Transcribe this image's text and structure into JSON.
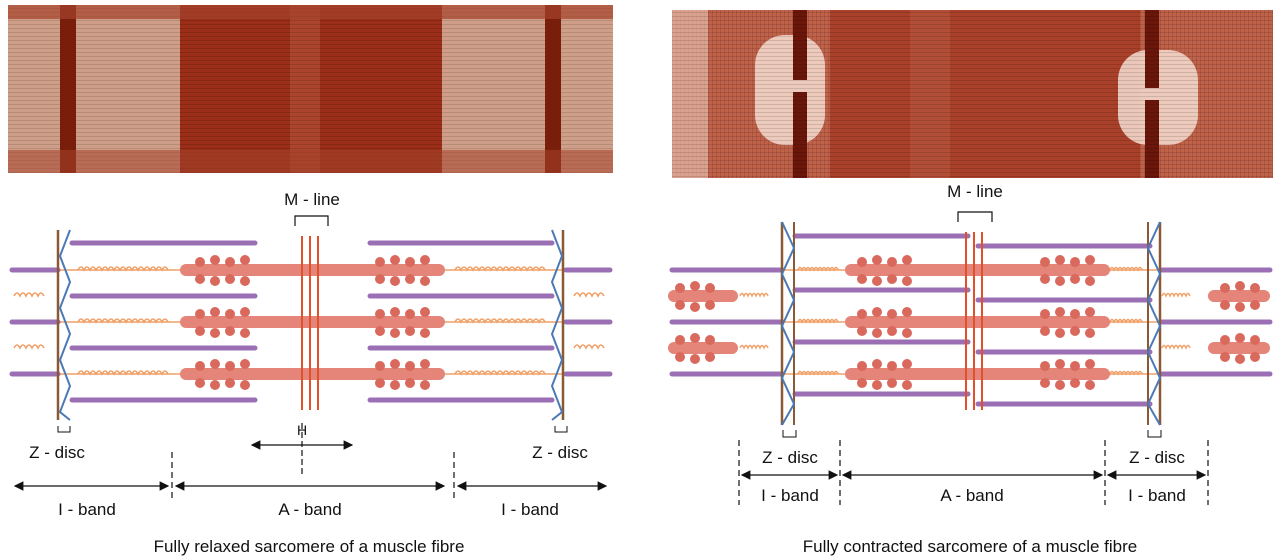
{
  "colors": {
    "micrograph_dark": "#7a1e0c",
    "micrograph_mid": "#b04a30",
    "micrograph_light": "#efd3c6",
    "actin": "#9b6fb4",
    "myosin": "#e58479",
    "titin": "#f0a066",
    "z_disc_brown": "#8b5a35",
    "z_disc_blue": "#4a79b5",
    "m_line": "#e0502a"
  },
  "relaxed": {
    "m_line_label": "M - line",
    "z_disc_left_label": "Z - disc",
    "z_disc_right_label": "Z  - disc",
    "i_band_left_label": "I - band",
    "a_band_label": "A - band",
    "i_band_right_label": "I - band",
    "h_zone_label": "H",
    "caption": "Fully relaxed sarcomere of a muscle fibre"
  },
  "contracted": {
    "m_line_label": "M - line",
    "z_disc_left_label": "Z  - disc",
    "z_disc_right_label": "Z  - disc",
    "i_band_left_label": "I - band",
    "a_band_label": "A -  band",
    "i_band_right_label": "I - band",
    "caption": "Fully contracted sarcomere of a muscle fibre"
  }
}
